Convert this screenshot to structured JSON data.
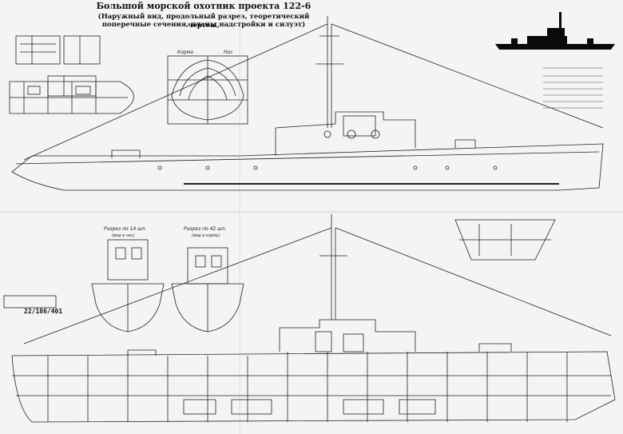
{
  "drawing": {
    "title_line1": "Большой морской охотник проекта 122-6",
    "title_line2": "(Наружный вид, продольный разрез, теоретический чертеж,",
    "title_line3": "поперечные сечения, планы надстройки и силуэт)"
  },
  "handwritten_labels": {
    "section_left": "Разрез по 14 шп.",
    "section_left_sub": "(вид в нос)",
    "section_right": "Разрез по 42 шп.",
    "section_right_sub": "(вид в корму)",
    "body_plan_left": "Корма",
    "body_plan_right": "Нос",
    "stamp_number": "22/186/401"
  },
  "colors": {
    "ink": "#111111",
    "paper": "#f4f4f2",
    "silhouette": "#0a0a0a"
  }
}
